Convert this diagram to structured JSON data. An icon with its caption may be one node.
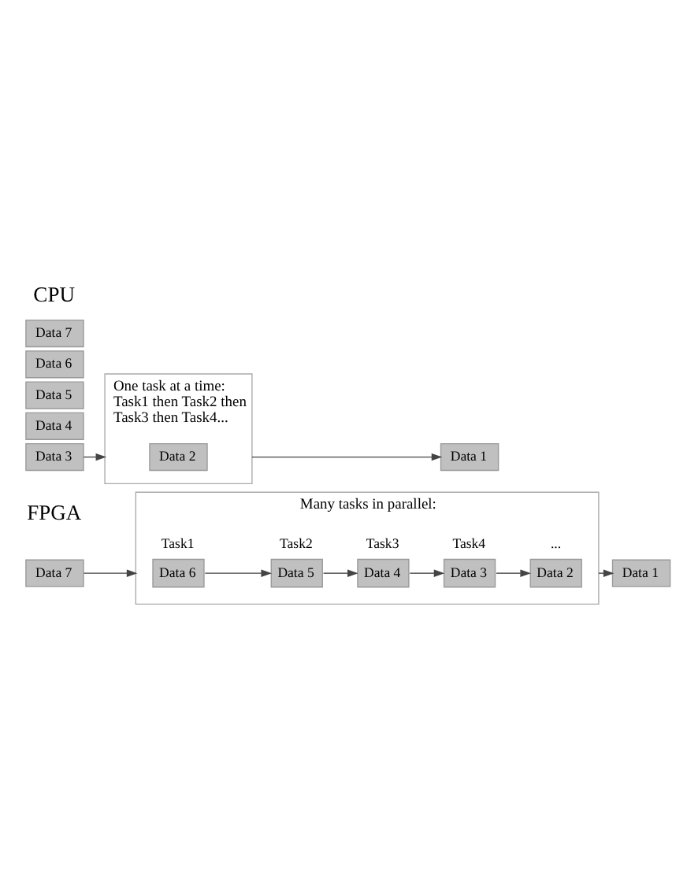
{
  "diagram": {
    "nodes": [
      {
        "text": [
          "Data 7"
        ]
      },
      {
        "text": [
          "Data 6"
        ]
      },
      {
        "text": [
          "Data 5"
        ]
      },
      {
        "text": [
          "Data 4"
        ]
      },
      {
        "text": [
          "Data 3"
        ]
      },
      {
        "text": [
          "One task at a time: Task1 then Task2 then Task3 then Task4..."
        ]
      },
      {
        "text": [
          "Data 2"
        ],
        "in": 5
      },
      {
        "text": [
          "Data 1"
        ]
      },
      {
        "text": [
          "Data 7"
        ]
      },
      {
        "text": [
          "Many tasks in parallel:"
        ]
      },
      {
        "text": [
          "Data 6"
        ],
        "in": 9,
        "beside": [
          "Task1"
        ]
      },
      {
        "text": [
          "Data 5"
        ],
        "in": 9,
        "beside": [
          "Task2"
        ]
      },
      {
        "text": [
          "Data 4"
        ],
        "in": 9,
        "beside": [
          "Task3"
        ]
      },
      {
        "text": [
          "Data 3"
        ],
        "in": 9,
        "beside": [
          "Task4"
        ]
      },
      {
        "text": [
          "Data 2"
        ],
        "in": 9,
        "beside": [
          "..."
        ]
      },
      {
        "text": [
          "Data 1"
        ]
      }
    ],
    "edges": [
      {
        "from": 4,
        "to": 5,
        "arrow": "to"
      },
      {
        "from": 5,
        "to": 7,
        "arrow": "to"
      },
      {
        "from": 8,
        "to": 9,
        "arrow": "to"
      },
      {
        "from": 10,
        "to": 11,
        "arrow": "to"
      },
      {
        "from": 11,
        "to": 12,
        "arrow": "to"
      },
      {
        "from": 12,
        "to": 13,
        "arrow": "to"
      },
      {
        "from": 13,
        "to": 14,
        "arrow": "to"
      },
      {
        "from": 9,
        "to": 15,
        "arrow": "to"
      }
    ],
    "labels": [
      "CPU",
      "FPGA"
    ]
  }
}
